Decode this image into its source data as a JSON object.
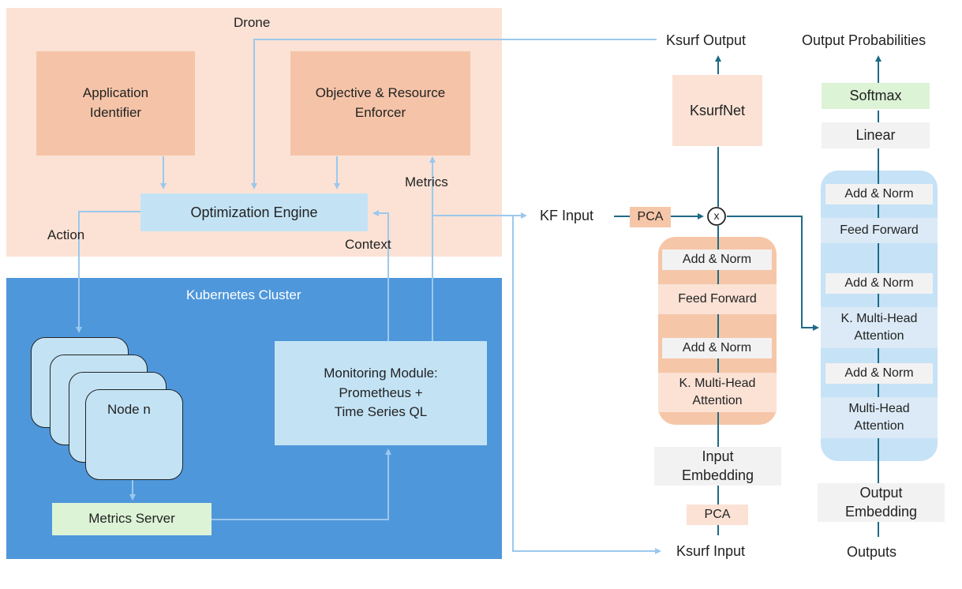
{
  "colors": {
    "drone_bg": "#fbe2d5",
    "drone_block": "#f5c4a8",
    "light_blue": "#c3e3f5",
    "cluster_bg": "#4f97db",
    "metrics_green": "#dcf3d6",
    "arrow_light": "#9cc8ec",
    "arrow_dark": "#1f6a86",
    "ksurf_peach": "#fbe2d5",
    "encoder_bg": "#f6c6a8",
    "decoder_bg": "#c6e2f6",
    "grey_block": "#f2f2f2"
  },
  "drone": {
    "title": "Drone",
    "app_identifier": [
      "Application",
      "Identifier"
    ],
    "enforcer": [
      "Objective & Resource",
      "Enforcer"
    ],
    "optimization_engine": "Optimization Engine",
    "action_label": "Action",
    "context_label": "Context",
    "metrics_label": "Metrics"
  },
  "cluster": {
    "title": "Kubernetes Cluster",
    "node_label": "Node n",
    "monitoring": [
      "Monitoring Module:",
      "Prometheus +",
      "Time Series QL"
    ],
    "metrics_server": "Metrics Server"
  },
  "ksurf": {
    "output_label": "Ksurf Output",
    "net_label": "KsurfNet",
    "kf_input": "KF Input",
    "pca_top": "PCA",
    "multiply_symbol": "x",
    "encoder": {
      "add_norm_1": "Add & Norm",
      "feed_forward": "Feed Forward",
      "add_norm_2": "Add & Norm",
      "attention": [
        "K. Multi-Head",
        "Attention"
      ]
    },
    "input_embedding": [
      "Input",
      "Embedding"
    ],
    "pca_bottom": "PCA",
    "input_label": "Ksurf Input"
  },
  "decoder": {
    "output_probabilities": "Output Probabilities",
    "softmax": "Softmax",
    "linear": "Linear",
    "add_norm_1": "Add & Norm",
    "feed_forward": "Feed Forward",
    "add_norm_2": "Add & Norm",
    "k_attention": [
      "K. Multi-Head",
      "Attention"
    ],
    "add_norm_3": "Add & Norm",
    "mh_attention": [
      "Multi-Head",
      "Attention"
    ],
    "output_embedding": [
      "Output",
      "Embedding"
    ],
    "outputs_label": "Outputs"
  }
}
